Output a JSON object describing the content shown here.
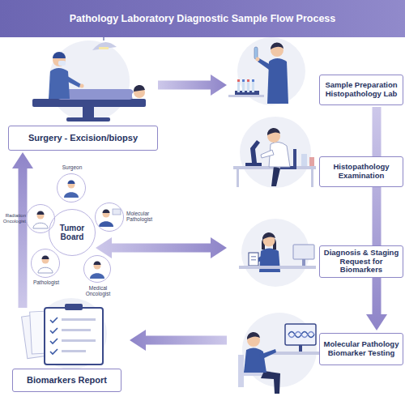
{
  "diagram": {
    "title": "Pathology Laboratory Diagnostic Sample Flow Process",
    "nodes": [
      {
        "text": [
          "Surgery - Excision/biopsy"
        ]
      },
      {
        "text": [
          "Sample Preparation Histopathology Lab"
        ]
      },
      {
        "text": [
          "Histopathology Examination"
        ]
      },
      {
        "text": [
          "Surgeon"
        ]
      },
      {
        "text": [
          "Radiation Oncologist"
        ]
      },
      {
        "text": [
          "Tumor Board"
        ]
      },
      {
        "text": [
          "Molecular Pathologist"
        ]
      },
      {
        "text": [
          "Diagnosis & Staging Request for Biomarkers"
        ]
      },
      {
        "text": [
          "Pathologist"
        ]
      },
      {
        "text": [
          "Medical Oncologist"
        ]
      },
      {
        "text": [
          "Biomarkers Report"
        ]
      },
      {
        "text": [
          "Molecular Pathology Biomarker Testing"
        ]
      }
    ],
    "edges": [
      {
        "from": 0,
        "to": 1,
        "arrow": "to"
      },
      {
        "from": 1,
        "to": 11,
        "arrow": "to"
      },
      {
        "from": 5,
        "to": 7,
        "arrow": "both"
      },
      {
        "from": 11,
        "to": 10,
        "arrow": "to"
      },
      {
        "from": 10,
        "to": 0,
        "arrow": "to"
      }
    ]
  }
}
